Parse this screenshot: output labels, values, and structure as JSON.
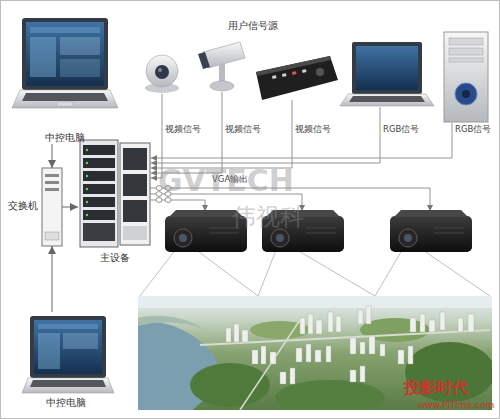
{
  "diagram": {
    "nodes": [
      {
        "text": [
          "中控电脑"
        ]
      },
      {
        "text": [
          "交换机"
        ]
      },
      {
        "text": [
          "主设备"
        ]
      },
      {
        "text": [
          "中控电脑"
        ]
      }
    ],
    "edges": [
      {
        "from": 0,
        "to": 1,
        "arrow": "to"
      },
      {
        "from": 3,
        "to": 1,
        "arrow": "to"
      },
      {
        "from": 1,
        "to": 2,
        "arrow": "to"
      }
    ],
    "labels": [
      "用户信号源",
      "视频信号",
      "视频信号",
      "视频信号",
      "RGB信号",
      "RGB信号",
      "VGA输出",
      "GVTECH",
      "伟视科",
      "投影时代",
      "www.PjTime.com"
    ]
  }
}
